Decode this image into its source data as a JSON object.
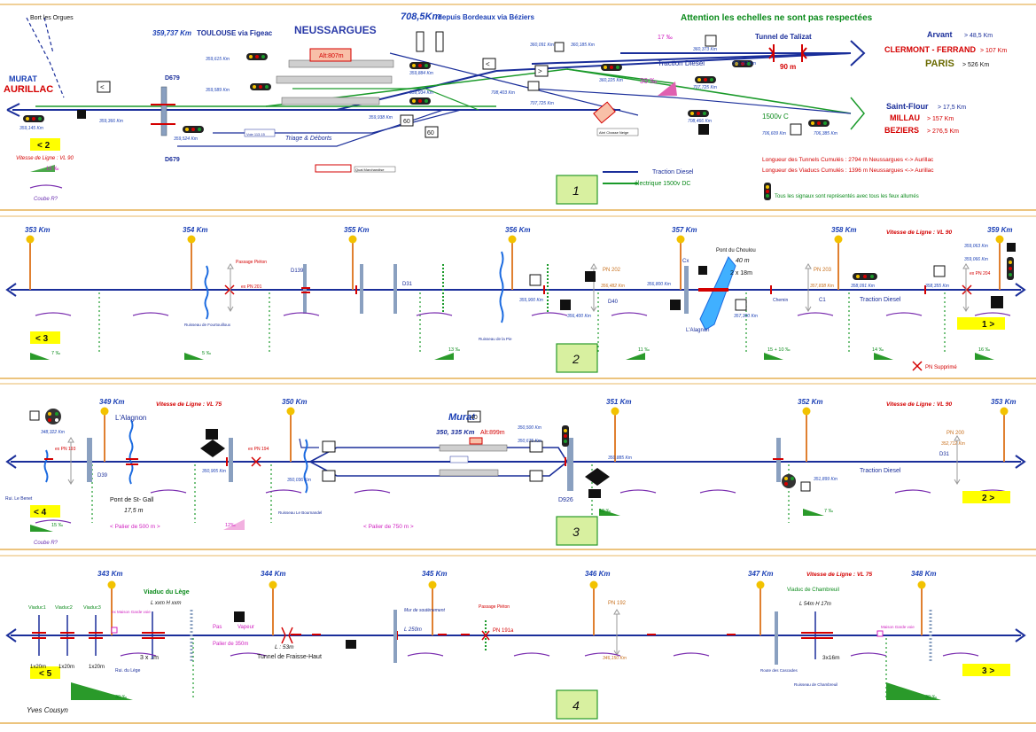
{
  "colors": {
    "track": "#1a2e9a",
    "electric": "#1a9a2a",
    "km_post": "#e08030",
    "km_head": "#f2c200",
    "sep": "#e0a030",
    "grad": "#2a9a2a",
    "label_bg": "#ffff00",
    "panel_bg": "#d8f0a0"
  },
  "s1": {
    "bort": "Bort les Orgues",
    "murat": "MURAT",
    "aurillac": "AURILLAC",
    "k359737": "359,737 Km",
    "toulouse": "TOULOUSE via Figeac",
    "neussargues": "NEUSSARGUES",
    "k7085": "708,5Km",
    "bordeaux": "depuis Bordeaux via Béziers",
    "attention": "Attention les echelles ne sont pas respectées",
    "altitude": "Alt:807m",
    "p17": "17 ‰",
    "tunnel": "Tunnel de Talizat",
    "d679a": "D679",
    "d679b": "D679",
    "traction1": "Traction Diesel",
    "m90": "90 m",
    "p30": "30 ‰",
    "v1500": "1500v C",
    "arvant": "Arvant",
    "arvant_km": "> 48,5 Km",
    "clermont": "CLERMONT - FERRAND",
    "clermont_km": "> 107 Km",
    "paris": "PARIS",
    "paris_km": "> 526 Km",
    "stflour": "Saint-Flour",
    "stflour_km": "> 17,5 Km",
    "millau": "MILLAU",
    "millau_km": "> 157 Km",
    "beziers": "BEZIERS",
    "beziers_km": "> 276,5 Km",
    "tunnels": "Longueur des Tunnels Cumulés : 2794 m  Neussargues <-> Aurillac",
    "viaducs": "Longueur des Viaducs Cumulés : 1396 m  Neussargues <-> Aurillac",
    "triage": "Triage & Déborts",
    "vitesse": "Vitesse de Ligne : VL 90",
    "p16": "16 ‰",
    "courbe": "Coube R?",
    "nav": "< 2",
    "legend_diesel": "Traction Diesel",
    "legend_elec": "électrique  1500v DC",
    "signals_note": "Tous les signaux sont représentés avec tous les feux allumés",
    "num": "1",
    "quai": "Quai Marchandise",
    "abri": "Abri Chasse Neige",
    "voie113": "Voie 113.15",
    "smalls": [
      "359,145 Km",
      "359,366 Km",
      "359,524 Km",
      "359,589 Km",
      "359,615 Km",
      "359,938 Km",
      "359,884 Km",
      "359,934 Km",
      "360,091 Km",
      "360,185 Km",
      "708,403 Km",
      "707,725 Km",
      "360,225 Km",
      "360,373 Km",
      "360,357 Km",
      "707,725 Km",
      "708,466 Km",
      "706,609 Km",
      "706,385 Km"
    ]
  },
  "s2": {
    "kms": [
      "353 Km",
      "354 Km",
      "355 Km",
      "356 Km",
      "357 Km",
      "358 Km",
      "359 Km"
    ],
    "vitesse": "Vitesse de Ligne : VL 90",
    "passage": "Passage Piéton",
    "expn201": "ex PN 201",
    "d139": "D139",
    "d31": "D31",
    "pn202": "PN 202",
    "pn202km": "356,482 Km",
    "d40": "D40",
    "pont": "Pont du Choulou",
    "m40": "40 m",
    "dim": "2 x 18m",
    "pn203": "PN 203",
    "pn203km": "357,838 Km",
    "chemin": "Chemin",
    "c1": "C1",
    "traction": "Traction Diesel",
    "expn204": "ex PN 204",
    "cx": "Cx",
    "ruisseau1": "Ruisseau de Fourtouilloux",
    "ruisseau2": "Ruisseau de la Pie",
    "alagnon": "L'Alagnon",
    "pnsup": "PN Supprimé",
    "nav_l": "< 3",
    "nav_r": "1 >",
    "num": "2",
    "grads": [
      "7 ‰",
      "5 ‰",
      "13 ‰",
      "11 ‰",
      "15 + 10 ‰",
      "14 ‰",
      "16 ‰"
    ],
    "smalls": [
      "355,900 Km",
      "356,400 Km",
      "356,800 Km",
      "357,300 Km",
      "358,091 Km",
      "358,355 Km",
      "359,063 Km",
      "359,066 Km"
    ]
  },
  "s3": {
    "kms": [
      "349 Km",
      "350 Km",
      "351 Km",
      "352 Km",
      "353 Km"
    ],
    "vitesse1": "Vitesse de Ligne : VL 75",
    "vitesse2": "Vitesse de Ligne : VL 90",
    "alagnon": "L'Alagnon",
    "expn193": "ex PN 193",
    "d39": "D39",
    "pont": "Pont de St- Gall",
    "m175": "17,5 m",
    "expn194": "ex PN 194",
    "murat": "Murat",
    "n40": "40",
    "kmmurat": "350, 335 Km",
    "alt": "Alt:899m",
    "d926": "D926",
    "pn200": "PN 200",
    "pn200km": "352,712 Km",
    "d31": "D31",
    "traction": "Traction Diesel",
    "rul": "Rui. Le Benet",
    "ruisseau": "Ruisseau Le Bournandel",
    "palier500": "< Palier de 500 m >",
    "palier750": "<          Palier de 750  m          >",
    "p12": "12‰",
    "courbe": "Coube  R?",
    "nav_l": "< 4",
    "nav_r": "2 >",
    "num": "3",
    "grads": [
      "15 ‰",
      "10 ‰",
      "7 ‰"
    ],
    "smalls": [
      "348,322 Km",
      "350,905 Km",
      "350,036 Km",
      "350,500 Km",
      "350,675 Km",
      "350,885 Km",
      "351,899 Km"
    ]
  },
  "s4": {
    "kms": [
      "343 Km",
      "344 Km",
      "345 Km",
      "346 Km",
      "347 Km",
      "348 Km"
    ],
    "viaduc1": "Viaduc1",
    "viaduc2": "Viaduc2",
    "viaduc3": "Viaduc3",
    "d120": "1x20m",
    "viaduclege": "Viaduc du Lège",
    "lhxxm": "L xxm   H xxm",
    "maison": "ex Maison Garde voie",
    "rulege": "Rui. du Lège",
    "x3": "3 x        ..m",
    "pas": "Pas",
    "vapeur": "Vapeur",
    "palier350": "Palier de 350m",
    "tunnel": "Tunnel de Fraisse-Haut",
    "l53": "L : 53m",
    "mur": "Mur de soutènement",
    "l250": "L  250m",
    "passage": "Passage Piéton",
    "pn191a": "PN 191a",
    "pn192": "PN 192",
    "pn192km": "346,150 Km",
    "vitesse": "Vitesse de Ligne : VL 75",
    "chambreuil": "Viaduc de Chambreuil",
    "l54": "L 54m  H 17m",
    "x16": "3x16m",
    "route": "Route des Cascades",
    "ruisseau": "Ruisseau de Chambreuil",
    "maison2": "Maison Garde voie",
    "author": "Yves Cousyn",
    "nav_l": "< 5",
    "nav_r": "3 >",
    "num": "4",
    "grads": [
      "30 ‰",
      "30 ‰"
    ]
  }
}
